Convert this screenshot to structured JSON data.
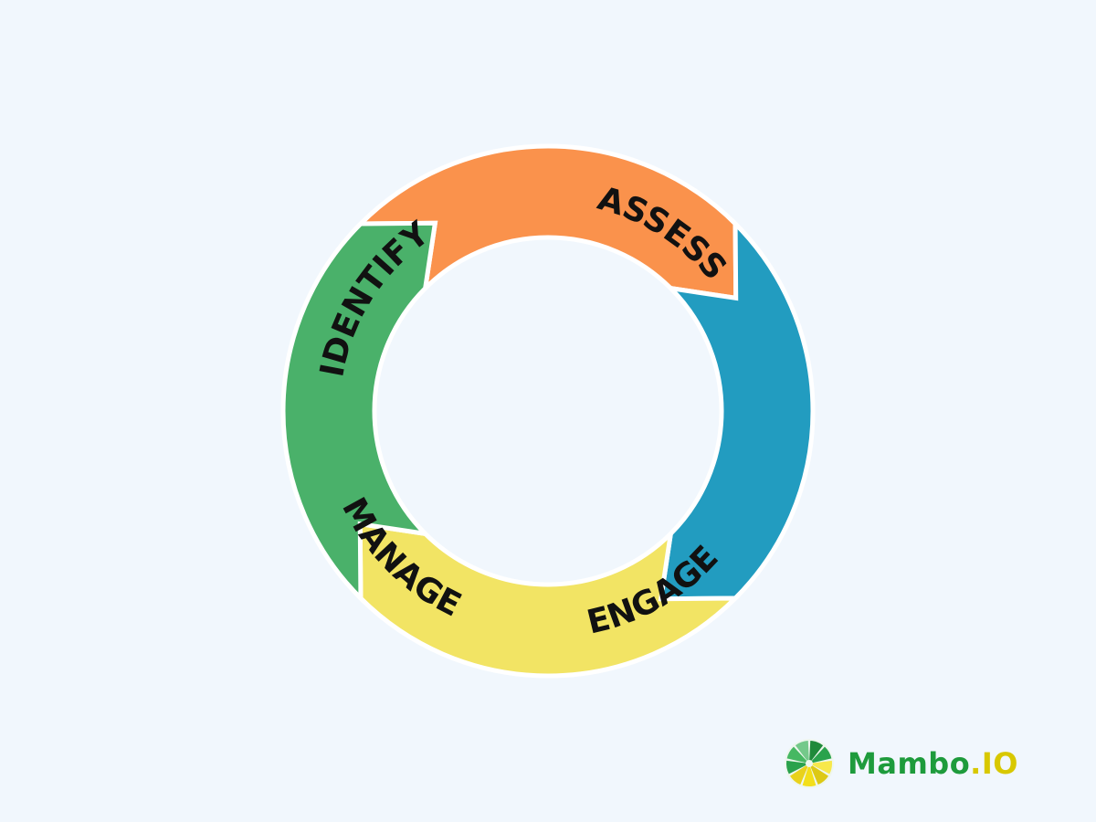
{
  "cycle": {
    "segments": [
      {
        "label": "IDENTIFY",
        "color": "#fa924c"
      },
      {
        "label": "ASSESS",
        "color": "#229cc0"
      },
      {
        "label": "ENGAGE",
        "color": "#f2e464"
      },
      {
        "label": "MANAGE",
        "color": "#4ab16a"
      }
    ]
  },
  "logo": {
    "name": "Mambo",
    "suffix": ".IO",
    "name_color": "#1e9b3c",
    "suffix_color": "#d8c800"
  }
}
